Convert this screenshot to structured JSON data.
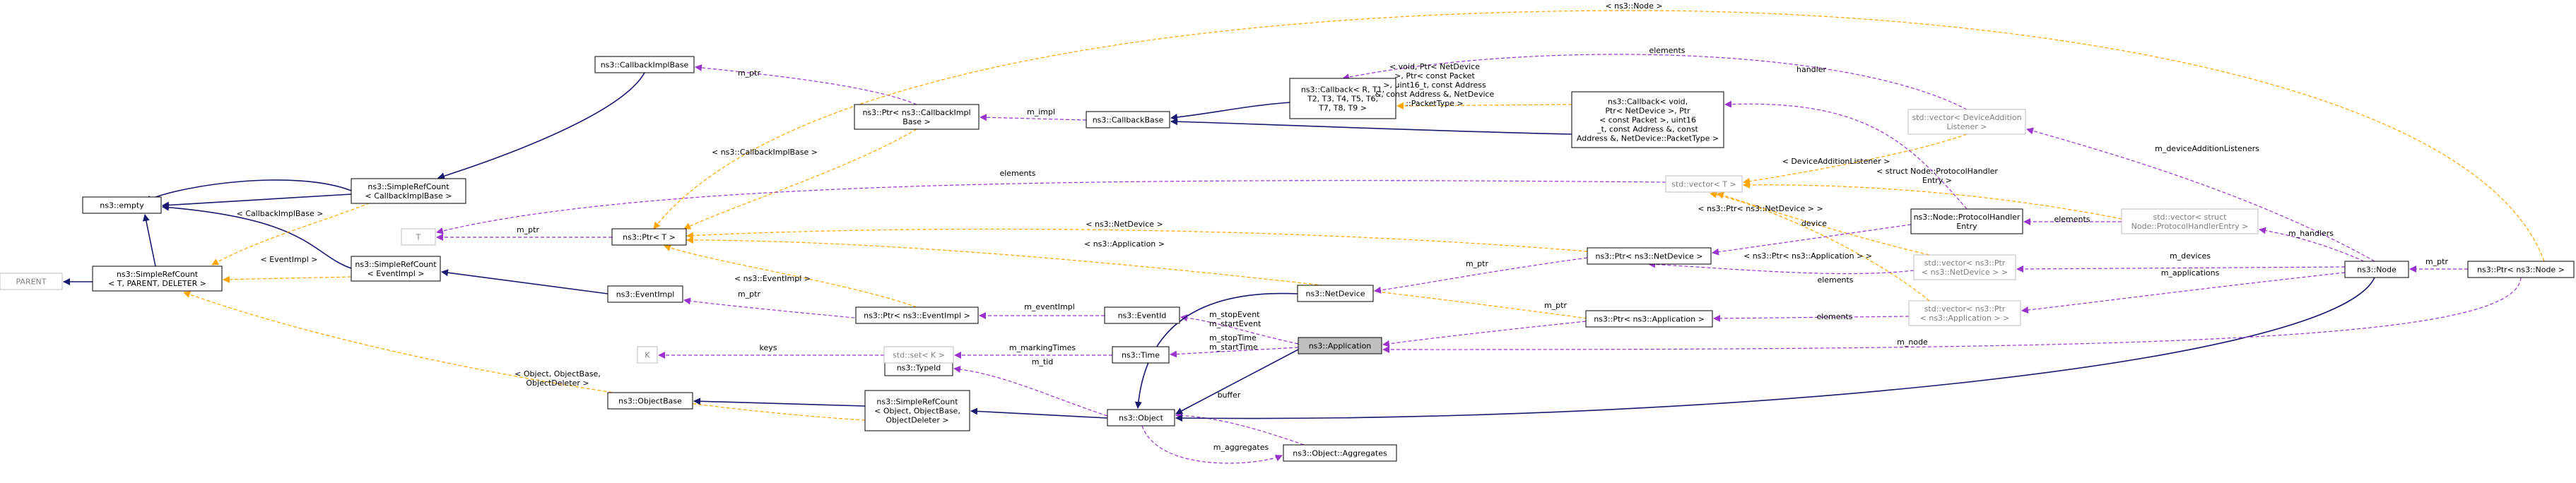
{
  "colors": {
    "inherit": "#191970",
    "usage": "#9a32cd",
    "template": "#ffa500",
    "box_stroke": "#000000",
    "grey_stroke": "#bfbfbf",
    "grey_text": "#7f7f7f",
    "highlight_fill": "#bfbfbf"
  },
  "nodes": [
    {
      "id": "application",
      "lines": [
        "ns3::Application"
      ],
      "style": "highlight"
    },
    {
      "id": "object",
      "lines": [
        "ns3::Object"
      ],
      "style": "normal"
    },
    {
      "id": "srefcount_obj",
      "lines": [
        "ns3::SimpleRefCount",
        "< Object, ObjectBase,",
        "ObjectDeleter >"
      ],
      "style": "normal"
    },
    {
      "id": "objectbase",
      "lines": [
        "ns3::ObjectBase"
      ],
      "style": "normal"
    },
    {
      "id": "srefcount_t",
      "lines": [
        "ns3::SimpleRefCount",
        "< T, PARENT, DELETER >"
      ],
      "style": "normal"
    },
    {
      "id": "parent",
      "lines": [
        "PARENT"
      ],
      "style": "grey"
    },
    {
      "id": "empty",
      "lines": [
        "ns3::empty"
      ],
      "style": "normal"
    },
    {
      "id": "srefcount_cb",
      "lines": [
        "ns3::SimpleRefCount",
        "< CallbackImplBase >"
      ],
      "style": "normal"
    },
    {
      "id": "srefcount_ev",
      "lines": [
        "ns3::SimpleRefCount",
        "< EventImpl >"
      ],
      "style": "normal"
    },
    {
      "id": "callbackimplbase",
      "lines": [
        "ns3::CallbackImplBase"
      ],
      "style": "normal"
    },
    {
      "id": "eventimpl",
      "lines": [
        "ns3::EventImpl"
      ],
      "style": "normal"
    },
    {
      "id": "typeid",
      "lines": [
        "ns3::TypeId"
      ],
      "style": "normal"
    },
    {
      "id": "aggregates",
      "lines": [
        "ns3::Object::Aggregates"
      ],
      "style": "normal"
    },
    {
      "id": "t_param",
      "lines": [
        "T"
      ],
      "style": "grey"
    },
    {
      "id": "k_param",
      "lines": [
        "K"
      ],
      "style": "grey"
    },
    {
      "id": "ptr_t",
      "lines": [
        "ns3::Ptr< T >"
      ],
      "style": "normal"
    },
    {
      "id": "ptr_cbimpl",
      "lines": [
        "ns3::Ptr< ns3::CallbackImpl",
        "Base >"
      ],
      "style": "normal"
    },
    {
      "id": "ptr_evimpl",
      "lines": [
        "ns3::Ptr< ns3::EventImpl >"
      ],
      "style": "normal"
    },
    {
      "id": "set_k",
      "lines": [
        "std::set< K >"
      ],
      "style": "grey"
    },
    {
      "id": "callbackbase",
      "lines": [
        "ns3::CallbackBase"
      ],
      "style": "normal"
    },
    {
      "id": "eventid",
      "lines": [
        "ns3::EventId"
      ],
      "style": "normal"
    },
    {
      "id": "time",
      "lines": [
        "ns3::Time"
      ],
      "style": "normal"
    },
    {
      "id": "netdevice",
      "lines": [
        "ns3::NetDevice"
      ],
      "style": "normal"
    },
    {
      "id": "callback_r",
      "lines": [
        "ns3::Callback< R, T1,",
        "T2, T3, T4, T5, T6,",
        "T7, T8, T9 >"
      ],
      "style": "normal"
    },
    {
      "id": "callback_void",
      "lines": [
        "ns3::Callback< void,",
        "Ptr< NetDevice >, Ptr",
        "< const Packet >, uint16",
        "_t, const Address &, const",
        "Address &, NetDevice::PacketType >"
      ],
      "style": "normal"
    },
    {
      "id": "ptr_netdevice",
      "lines": [
        "ns3::Ptr< ns3::NetDevice >"
      ],
      "style": "normal"
    },
    {
      "id": "ptr_application",
      "lines": [
        "ns3::Ptr< ns3::Application >"
      ],
      "style": "normal"
    },
    {
      "id": "vector_t",
      "lines": [
        "std::vector< T >"
      ],
      "style": "grey"
    },
    {
      "id": "protocolhandler",
      "lines": [
        "ns3::Node::ProtocolHandler",
        "Entry"
      ],
      "style": "normal"
    },
    {
      "id": "vec_devadd",
      "lines": [
        "std::vector< DeviceAddition",
        "Listener >"
      ],
      "style": "grey"
    },
    {
      "id": "vec_ptr_nd",
      "lines": [
        "std::vector< ns3::Ptr",
        "< ns3::NetDevice > >"
      ],
      "style": "grey"
    },
    {
      "id": "vec_ptr_app",
      "lines": [
        "std::vector< ns3::Ptr",
        "< ns3::Application > >"
      ],
      "style": "grey"
    },
    {
      "id": "vec_phe",
      "lines": [
        "std::vector< struct",
        "Node::ProtocolHandlerEntry >"
      ],
      "style": "grey"
    },
    {
      "id": "node",
      "lines": [
        "ns3::Node"
      ],
      "style": "normal"
    },
    {
      "id": "ptr_node",
      "lines": [
        "ns3::Ptr< ns3::Node >"
      ],
      "style": "normal"
    }
  ],
  "edge_labels": [
    {
      "id": "lbl_m_ptr_cbimpl",
      "lines": [
        "m_ptr"
      ]
    },
    {
      "id": "lbl_m_impl",
      "lines": [
        "m_impl"
      ]
    },
    {
      "id": "lbl_cbimplbase_tmpl",
      "lines": [
        "< ns3::CallbackImplBase >"
      ]
    },
    {
      "id": "lbl_cbimplbase_tmpl2",
      "lines": [
        "< CallbackImplBase >"
      ]
    },
    {
      "id": "lbl_eventimpl_tmpl",
      "lines": [
        "< EventImpl >"
      ]
    },
    {
      "id": "lbl_elements_t",
      "lines": [
        "elements"
      ]
    },
    {
      "id": "lbl_m_ptr_t",
      "lines": [
        "m_ptr"
      ]
    },
    {
      "id": "lbl_netdevice_tmpl",
      "lines": [
        "< ns3::NetDevice >"
      ]
    },
    {
      "id": "lbl_application_tmpl",
      "lines": [
        "< ns3::Application >"
      ]
    },
    {
      "id": "lbl_m_ptr_nd",
      "lines": [
        "m_ptr"
      ]
    },
    {
      "id": "lbl_evimpl_tmpl",
      "lines": [
        "< ns3::EventImpl >"
      ]
    },
    {
      "id": "lbl_m_ptr_ev",
      "lines": [
        "m_ptr"
      ]
    },
    {
      "id": "lbl_m_eventimpl",
      "lines": [
        "m_eventImpl"
      ]
    },
    {
      "id": "lbl_keys",
      "lines": [
        "keys"
      ]
    },
    {
      "id": "lbl_m_markingtimes",
      "lines": [
        "m_markingTimes"
      ]
    },
    {
      "id": "lbl_stop_start_event",
      "lines": [
        "m_stopEvent",
        "m_startEvent"
      ]
    },
    {
      "id": "lbl_stop_start_time",
      "lines": [
        "m_stopTime",
        "m_startTime"
      ]
    },
    {
      "id": "lbl_m_tid",
      "lines": [
        "m_tid"
      ]
    },
    {
      "id": "lbl_buffer",
      "lines": [
        "buffer"
      ]
    },
    {
      "id": "lbl_m_aggregates",
      "lines": [
        "m_aggregates"
      ]
    },
    {
      "id": "lbl_objdeleter_tmpl",
      "lines": [
        "< Object, ObjectBase,",
        "ObjectDeleter >"
      ]
    },
    {
      "id": "lbl_ns3node_tmpl",
      "lines": [
        "< ns3::Node >"
      ]
    },
    {
      "id": "lbl_elements_cb",
      "lines": [
        "elements"
      ]
    },
    {
      "id": "lbl_callback_tmpl",
      "lines": [
        "< void, Ptr< NetDevice",
        ">, Ptr< const Packet",
        ">, uint16_t, const Address",
        "&, const Address &, NetDevice",
        "::PacketType >"
      ]
    },
    {
      "id": "lbl_handler",
      "lines": [
        "handler"
      ]
    },
    {
      "id": "lbl_devadd_tmpl",
      "lines": [
        "< DeviceAdditionListener >"
      ]
    },
    {
      "id": "lbl_phe_tmpl",
      "lines": [
        "< struct Node::ProtocolHandler",
        "Entry >"
      ]
    },
    {
      "id": "lbl_ptr_nd_tmpl",
      "lines": [
        "< ns3::Ptr< ns3::NetDevice > >"
      ]
    },
    {
      "id": "lbl_device",
      "lines": [
        "device"
      ]
    },
    {
      "id": "lbl_elements_phe",
      "lines": [
        "elements"
      ]
    },
    {
      "id": "lbl_ptr_app_tmpl",
      "lines": [
        "< ns3::Ptr< ns3::Application > >"
      ]
    },
    {
      "id": "lbl_elements_nd",
      "lines": [
        "elements"
      ]
    },
    {
      "id": "lbl_m_ptr_app",
      "lines": [
        "m_ptr"
      ]
    },
    {
      "id": "lbl_elements_app",
      "lines": [
        "elements"
      ]
    },
    {
      "id": "lbl_m_devadd",
      "lines": [
        "m_deviceAdditionListeners"
      ]
    },
    {
      "id": "lbl_m_handlers",
      "lines": [
        "m_handlers"
      ]
    },
    {
      "id": "lbl_m_devices",
      "lines": [
        "m_devices"
      ]
    },
    {
      "id": "lbl_m_applications",
      "lines": [
        "m_applications"
      ]
    },
    {
      "id": "lbl_m_ptr_node",
      "lines": [
        "m_ptr"
      ]
    },
    {
      "id": "lbl_m_node",
      "lines": [
        "m_node"
      ]
    }
  ]
}
